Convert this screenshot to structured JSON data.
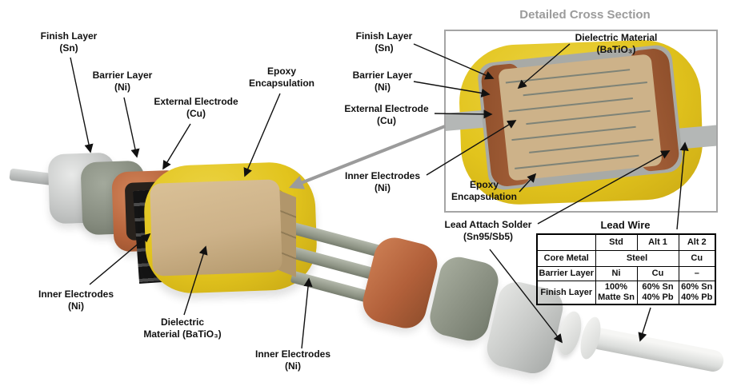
{
  "cross_section": {
    "title": "Detailed Cross Section",
    "labels": [
      {
        "lines": [
          "Finish Layer",
          "(Sn)"
        ]
      },
      {
        "lines": [
          "Barrier Layer",
          "(Ni)"
        ]
      },
      {
        "lines": [
          "External Electrode",
          "(Cu)"
        ]
      },
      {
        "lines": [
          "Inner Electrodes",
          "(Ni)"
        ]
      },
      {
        "lines": [
          "Epoxy",
          "Encapsulation"
        ]
      }
    ]
  },
  "exploded_labels": [
    {
      "lines": [
        "Finish Layer",
        "(Sn)"
      ]
    },
    {
      "lines": [
        "Barrier Layer",
        "(Ni)"
      ]
    },
    {
      "lines": [
        "External Electrode",
        "(Cu)"
      ]
    },
    {
      "lines": [
        "Epoxy",
        "Encapsulation"
      ]
    },
    {
      "lines": [
        "Inner Electrodes",
        "(Ni)"
      ]
    },
    {
      "lines": [
        "Dielectric",
        "Material (BaTiO₃)"
      ]
    },
    {
      "lines": [
        "Inner Electrodes",
        "(Ni)"
      ]
    },
    {
      "lines": [
        "Dielectric Material",
        "(BaTiO₃)"
      ]
    }
  ],
  "lead_attach_label": {
    "lines": [
      "Lead Attach Solder",
      "(Sn95/Sb5)"
    ]
  },
  "lead_wire_table": {
    "title": "Lead Wire",
    "columns": [
      "",
      "Std",
      "Alt 1",
      "Alt 2"
    ],
    "rows": [
      {
        "label": "Core Metal",
        "cells": [
          {
            "text": "Steel"
          },
          {
            "text": "Cu"
          }
        ]
      },
      {
        "label": "Barrier Layer",
        "cells": [
          {
            "text": "Ni"
          },
          {
            "text": "Cu"
          },
          {
            "text": "–"
          }
        ]
      },
      {
        "label": "Finish Layer",
        "cells": [
          {
            "text": "100%\nMatte Sn"
          },
          {
            "text": "60% Sn\n40% Pb"
          },
          {
            "text": "60% Sn\n40% Pb"
          }
        ]
      }
    ]
  },
  "colors": {
    "epoxy": "#e2c41d",
    "epoxy-light": "#ecd446",
    "epoxy-dark": "#c9a814",
    "tan": "#cdb289",
    "tan-dark": "#b1966b",
    "brown": "#a5613a",
    "lead-gray": "#b4b7b6",
    "line-gray": "#7e8377",
    "frame-gray": "#a5a5a5",
    "title-gray": "#9b9b9b"
  }
}
